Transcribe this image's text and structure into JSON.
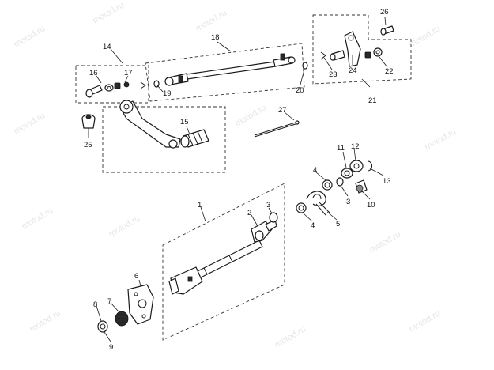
{
  "watermark": "motod.ru",
  "callouts": {
    "c1": "1",
    "c2": "2",
    "c3a": "3",
    "c3b": "3",
    "c4a": "4",
    "c4b": "4",
    "c5": "5",
    "c6": "6",
    "c7": "7",
    "c8": "8",
    "c9": "9",
    "c10": "10",
    "c11": "11",
    "c12": "12",
    "c13": "13",
    "c14": "14",
    "c15": "15",
    "c16": "16",
    "c17": "17",
    "c18": "18",
    "c19": "19",
    "c20": "20",
    "c21": "21",
    "c22": "22",
    "c23": "23",
    "c24": "24",
    "c25": "25",
    "c26": "26",
    "c27": "27"
  }
}
